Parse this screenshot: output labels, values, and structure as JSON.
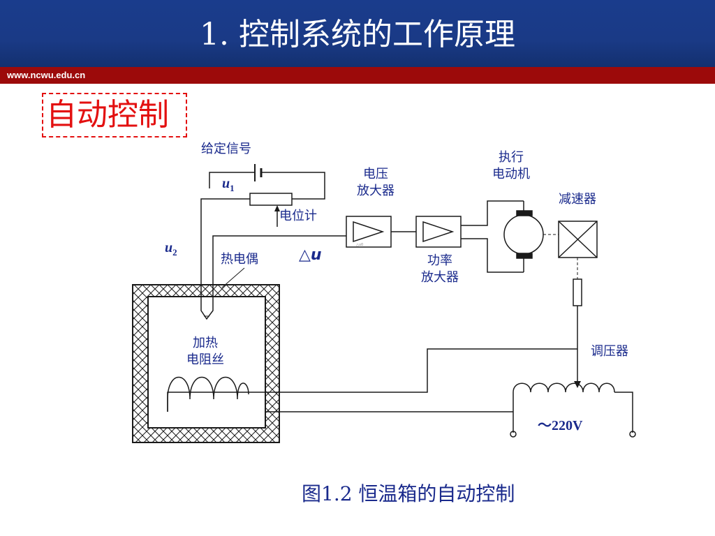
{
  "header": {
    "title": "1. 控制系统的工作原理",
    "site": "www.ncwu.edu.cn"
  },
  "section": {
    "label": "自动控制"
  },
  "diagram": {
    "labels": {
      "setpoint": "给定信号",
      "potentiometer": "电位计",
      "thermocouple": "热电偶",
      "heater": [
        "加热",
        "电阻丝"
      ],
      "voltage_amp": [
        "电压",
        "放大器"
      ],
      "power_amp": [
        "功率",
        "放大器"
      ],
      "actuator": [
        "执行",
        "电动机"
      ],
      "reducer": "减速器",
      "regulator": "调压器",
      "supply": "～220V"
    },
    "symbols": {
      "u1": {
        "base": "u",
        "sub": "1"
      },
      "u2": {
        "base": "u",
        "sub": "2"
      },
      "delta_u": "△u"
    }
  },
  "caption": "图1.2  恒温箱的自动控制",
  "colors": {
    "header": "#1a3a86",
    "redbar": "#9c0a0a",
    "section": "#e31010",
    "text": "#1a2a8c",
    "lines": "#1a1a1a"
  }
}
